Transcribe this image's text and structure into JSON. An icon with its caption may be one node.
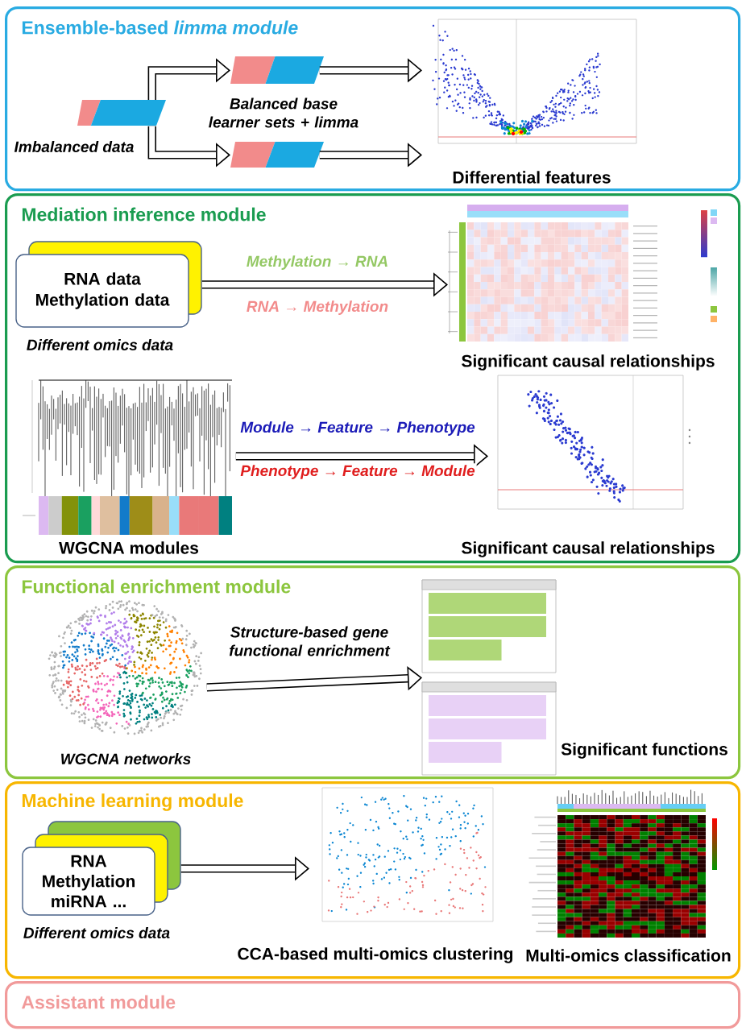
{
  "diagram": {
    "nodes": [
      {
        "text": [
          "Ensemble-based *limma module*"
        ]
      },
      {
        "text": [],
        "shape": "bar",
        "beside": [
          "Imbalanced data"
        ],
        "in": 0
      },
      {
        "text": [],
        "shape": "bar",
        "in": 0
      },
      {
        "text": [],
        "shape": "bar",
        "in": 0
      },
      {
        "text": [],
        "shape": "picture",
        "beside": [
          "Differential features"
        ],
        "in": 0
      },
      {
        "text": [
          "Mediation inference module"
        ]
      },
      {
        "text": [
          "RNA data Methylation data"
        ],
        "beside": [
          "Different omics data"
        ],
        "in": 5
      },
      {
        "text": [],
        "shape": "picture",
        "beside": [
          "Significant causal relationships"
        ],
        "in": 5
      },
      {
        "text": [],
        "shape": "picture",
        "beside": [
          "WGCNA modules"
        ],
        "in": 5
      },
      {
        "text": [],
        "shape": "picture",
        "beside": [
          "Significant causal relationships"
        ],
        "in": 5
      },
      {
        "text": [
          "Functional enrichment module"
        ]
      },
      {
        "text": [
          "WGCNA networks"
        ],
        "in": 10
      },
      {
        "text": [],
        "shape": "picture",
        "beside": [
          "Significant functions"
        ],
        "in": 10
      },
      {
        "text": [
          "Machine learning module"
        ]
      },
      {
        "text": [
          "RNA Methylation miRNA ..."
        ],
        "beside": [
          "Different omics data"
        ],
        "in": 13
      },
      {
        "text": [],
        "shape": "picture",
        "beside": [
          "CCA-based multi-omics clustering"
        ],
        "in": 13
      },
      {
        "text": [],
        "shape": "picture",
        "beside": [
          "Multi-omics classification"
        ],
        "in": 13
      },
      {
        "text": [
          "Assistant module"
        ]
      }
    ],
    "edges": [
      {
        "from": 1,
        "to": 2,
        "arrow": "to"
      },
      {
        "from": 1,
        "to": 3,
        "arrow": "to"
      },
      {
        "from": 2,
        "to": 4,
        "arrow": "to"
      },
      {
        "from": 3,
        "to": 4,
        "arrow": "to"
      },
      {
        "from": 6,
        "to": 7,
        "arrow": "to",
        "label": "Methylation → RNA"
      },
      {
        "from": 8,
        "to": 9,
        "arrow": "to",
        "label": "Module → Feature → Phenotype"
      },
      {
        "from": 11,
        "to": 12,
        "arrow": "to",
        "label": "Structure-based gene functional enrichment"
      },
      {
        "from": 14,
        "to": 15,
        "arrow": "to"
      }
    ],
    "labels": [
      "Balanced base learner sets + limma",
      "RNA → Methylation",
      "Phenotype → Feature → Module"
    ]
  }
}
